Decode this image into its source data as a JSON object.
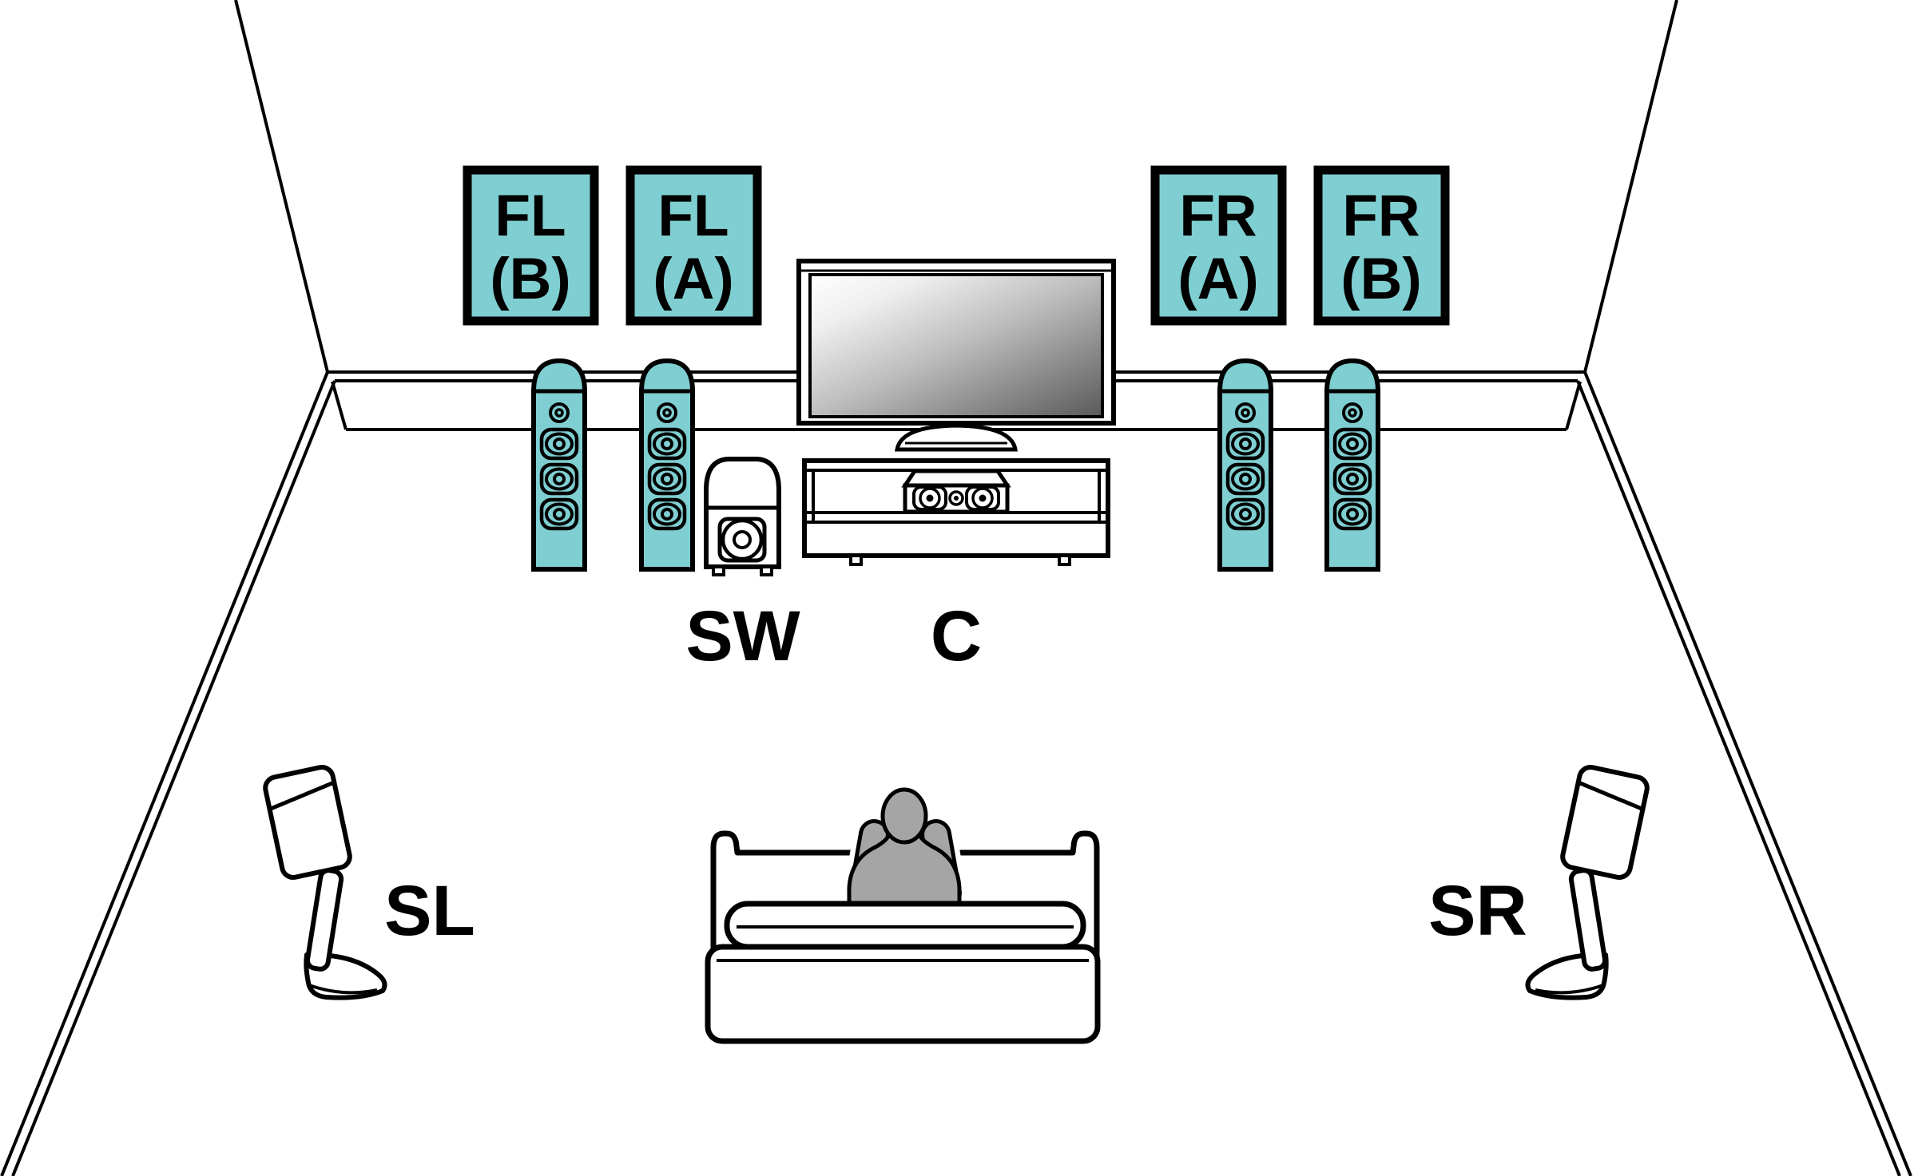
{
  "scene": {
    "accent_teal": "#7fced1",
    "outline_color": "#000000",
    "listener_gray": "#a5a5a5",
    "background": "#ffffff"
  },
  "labels": {
    "front_left_b": {
      "line1": "FL",
      "line2": "(B)"
    },
    "front_left_a": {
      "line1": "FL",
      "line2": "(A)"
    },
    "front_right_a": {
      "line1": "FR",
      "line2": "(A)"
    },
    "front_right_b": {
      "line1": "FR",
      "line2": "(B)"
    },
    "subwoofer": "SW",
    "center": "C",
    "surround_left": "SL",
    "surround_right": "SR"
  }
}
